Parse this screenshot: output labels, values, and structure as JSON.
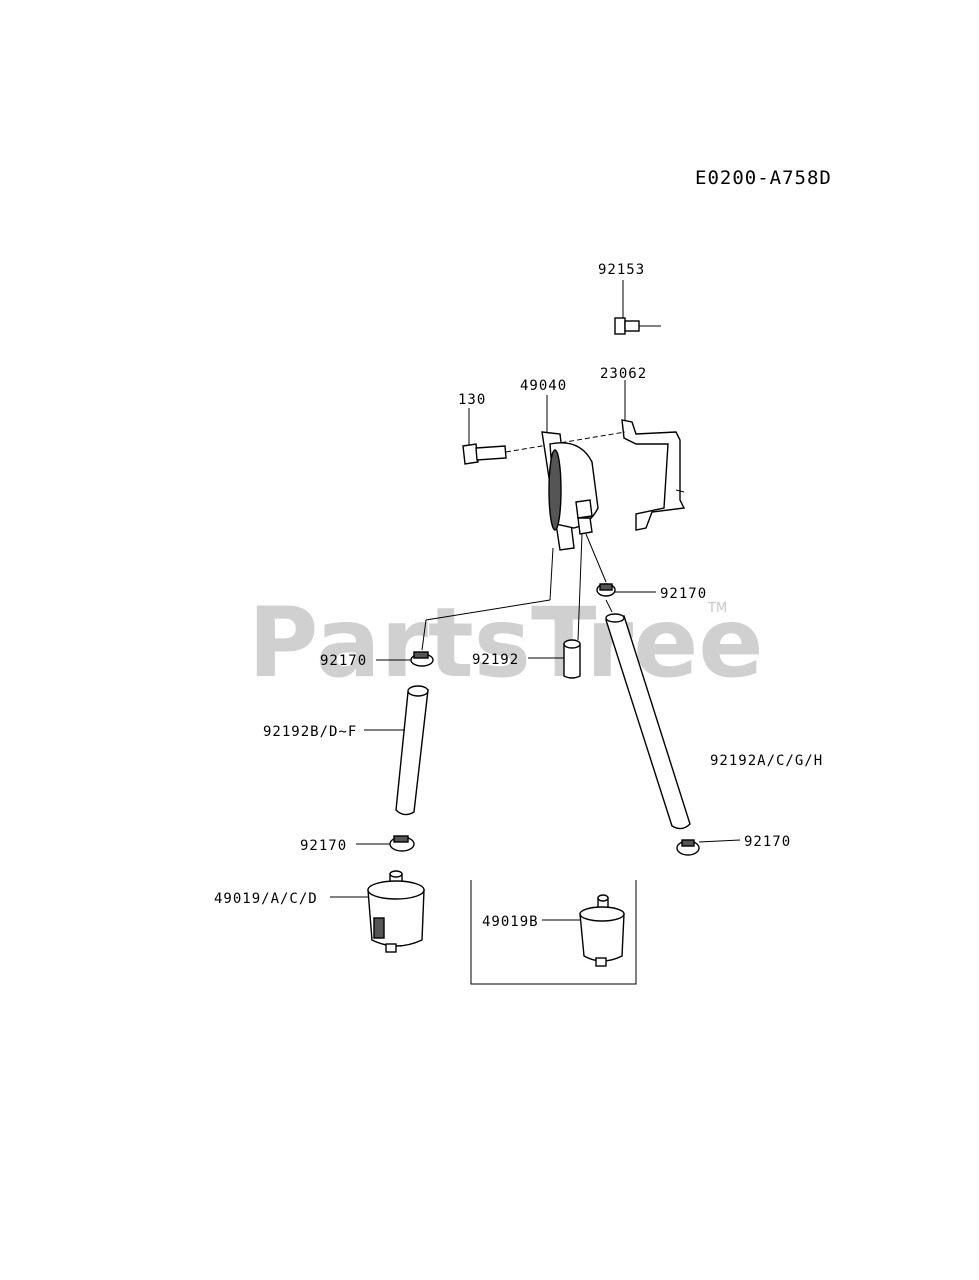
{
  "diagram": {
    "code": "E0200-A758D",
    "watermark": "PartsTree",
    "trademark": "TM",
    "labels": {
      "p92153": "92153",
      "p23062": "23062",
      "p49040": "49040",
      "p130": "130",
      "p92170_top": "92170",
      "p92170_left": "92170",
      "p92192": "92192",
      "p92192bdf": "92192B/D~F",
      "p92192acgh": "92192A/C/G/H",
      "p92170_lower_left": "92170",
      "p92170_lower_right": "92170",
      "p49019acd": "49019/A/C/D",
      "p49019b": "49019B"
    }
  }
}
